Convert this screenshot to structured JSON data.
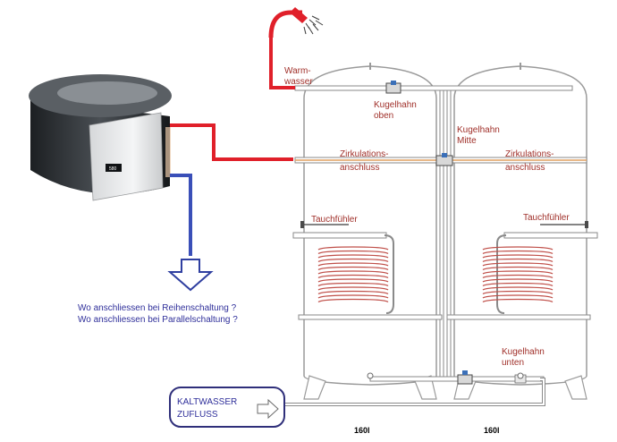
{
  "labels": {
    "warm_line1": "Warm-",
    "warm_line2": "wasser",
    "kugel_oben_1": "Kugelhahn",
    "kugel_oben_2": "oben",
    "kugel_mitte_1": "Kugelhahn",
    "kugel_mitte_2": "Mitte",
    "zirk_left_1": "Zirkulations-",
    "zirk_left_2": "anschluss",
    "zirk_right_1": "Zirkulations-",
    "zirk_right_2": "anschluss",
    "tauch_left": "Tauchfühler",
    "tauch_right": "Tauchfühler",
    "kugel_unten_1": "Kugelhahn",
    "kugel_unten_2": "unten",
    "kalt_1": "KALTWASSER",
    "kalt_2": "ZUFLUSS",
    "tank_left_vol": "160l",
    "tank_right_vol": "160l",
    "question_1": "Wo anschliessen bei Reihenschaltung ?",
    "question_2": "Wo anschliessen bei Parallelschaltung ?",
    "device_display": "580"
  },
  "colors": {
    "hot_pipe": "#e0202a",
    "cold_pipe": "#3a4fb8",
    "pipe": "#8a8a8a",
    "label_red": "#a0302a",
    "question_blue": "#2f2f9a",
    "coil": "#c0504a"
  }
}
